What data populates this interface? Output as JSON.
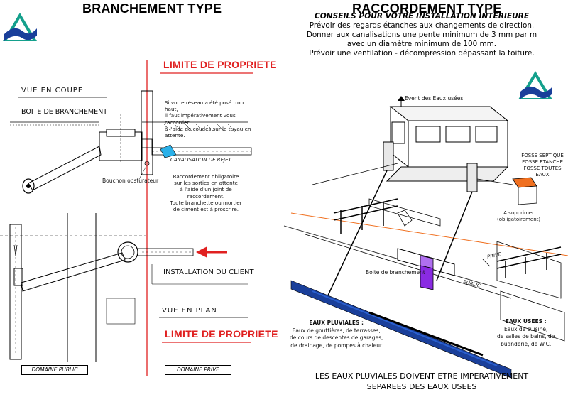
{
  "left": {
    "title": "BRANCHEMENT TYPE",
    "limite_top": "LIMITE DE PROPRIETE",
    "limite_bottom": "LIMITE DE PROPRIETE",
    "vue_coupe": "VUE EN COUPE",
    "vue_plan": "VUE EN PLAN",
    "boite_label": "BOITE DE BRANCHEMENT",
    "bouchon_label": "Bouchon obsturateur",
    "canalisation_label": "CANALISATION DE REJET",
    "installation_label": "INSTALLATION DU CLIENT",
    "note_reseau": [
      "Si votre réseau a été posé trop haut,",
      "il faut impérativement vous raccorder",
      "à l'aide de coudes sur le tuyau en attente."
    ],
    "note_raccordement": [
      "Raccordement obligatoire",
      "sur les sorties en attente",
      "à l'aide d'un joint de",
      "raccordement.",
      "Toute branchette ou mortier",
      "de ciment est à proscrire."
    ],
    "domaine_public": "DOMAINE PUBLIC",
    "domaine_prive": "DOMAINE PRIVE"
  },
  "right": {
    "title": "RACCORDEMENT TYPE",
    "conseils_title": "CONSEILS POUR VOTRE INSTALLATION INTERIEURE",
    "conseils_lines": [
      "Prévoir des regards étanches aux changements de direction.",
      "Donner aux canalisations une pente minimum de 3 mm par m",
      "avec un diamètre minimum de 100 mm.",
      "Prévoir une ventilation - décompression dépassant la toiture."
    ],
    "event_label": "Event des Eaux usées",
    "fosse_label": [
      "FOSSE SEPTIQUE",
      "FOSSE ETANCHE",
      "FOSSE TOUTES EAUX"
    ],
    "supprimer_label": [
      "A supprimer",
      "(obligatoirement)"
    ],
    "prive_label": "PRIVE",
    "public_label": "PUBLIC",
    "boite_label": "Boite de branchement",
    "eaux_pluviales_title": "EAUX PLUVIALES :",
    "eaux_pluviales_lines": [
      "Eaux de gouttières, de terrasses,",
      "de cours de descentes de garages,",
      "de drainage, de pompes à chaleur"
    ],
    "eaux_usees_title": "EAUX USEES :",
    "eaux_usees_lines": [
      "Eaux de cuisine,",
      "de salles de bains, de",
      "buanderie, de W.C."
    ],
    "bottom_lines": [
      "LES EAUX PLUVIALES DOIVENT ETRE IMPERATIVEMENT",
      "SEPAREES DES EAUX USEES"
    ]
  },
  "colors": {
    "limit_red": "#e02020",
    "logo_blue": "#1a3f9a",
    "logo_green": "#14a08c",
    "pipe_cyan": "#2ab0e8",
    "box_purple": "#8a2be2",
    "fosse_orange": "#f07020"
  }
}
